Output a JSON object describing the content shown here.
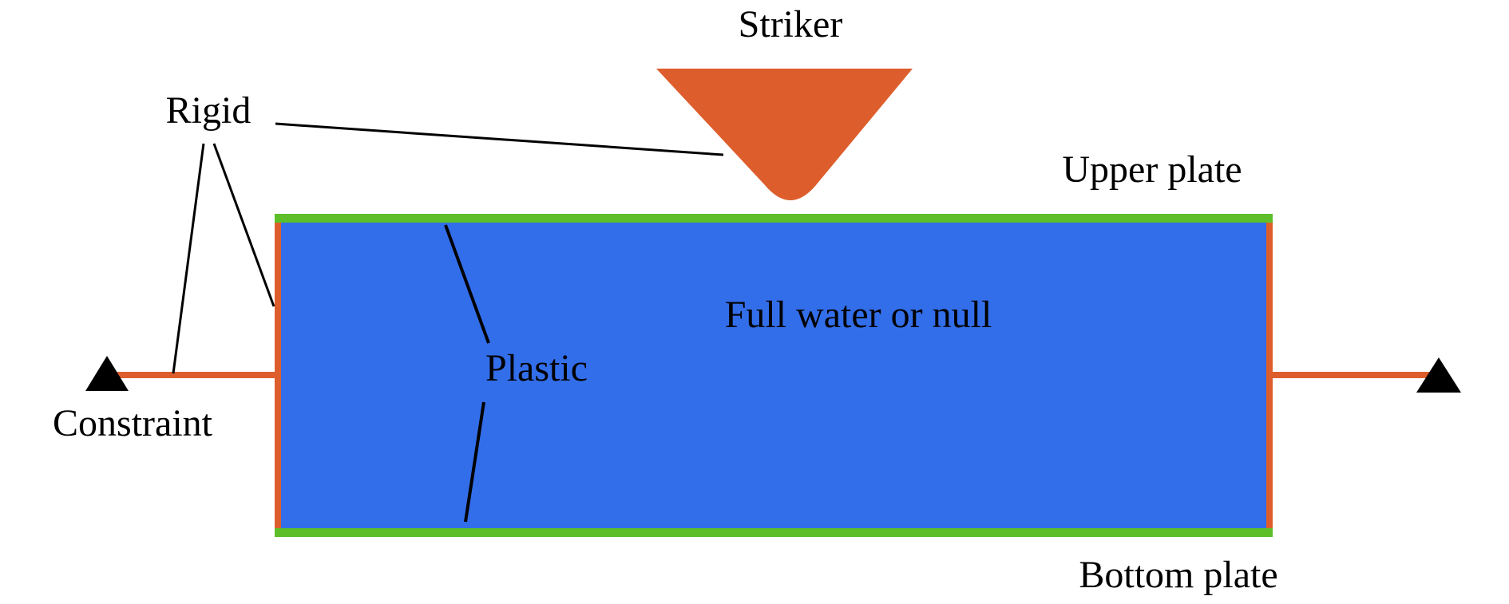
{
  "labels": {
    "striker": "Striker",
    "rigid": "Rigid",
    "upper_plate": "Upper plate",
    "bottom_plate": "Bottom plate",
    "water": "Full water or null",
    "plastic": "Plastic",
    "constraint": "Constraint"
  },
  "colors": {
    "striker": "#dd5e2c",
    "rigid_member": "#dd5e2c",
    "plate": "#5cbf2a",
    "water": "#336eea",
    "constraint": "#000000",
    "leader_line": "#000000"
  }
}
